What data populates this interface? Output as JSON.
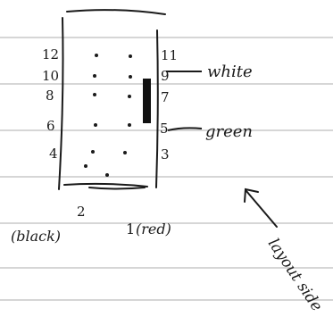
{
  "diagram": {
    "pin_numbers": {
      "left": [
        "12",
        "10",
        "8",
        "6",
        "4"
      ],
      "right": [
        "11",
        "9",
        "7",
        "5",
        "3"
      ],
      "bottom": [
        "2",
        "1"
      ]
    },
    "labels": {
      "white": "white",
      "green": "green",
      "black": "(black)",
      "red": "(red)",
      "layout_side": "layout side"
    },
    "colors": {
      "ink": "#1a1a1a",
      "ruled_line": "#bdbdbd",
      "paper": "#ffffff"
    },
    "icons": {
      "arrow": "arrow-icon"
    }
  }
}
